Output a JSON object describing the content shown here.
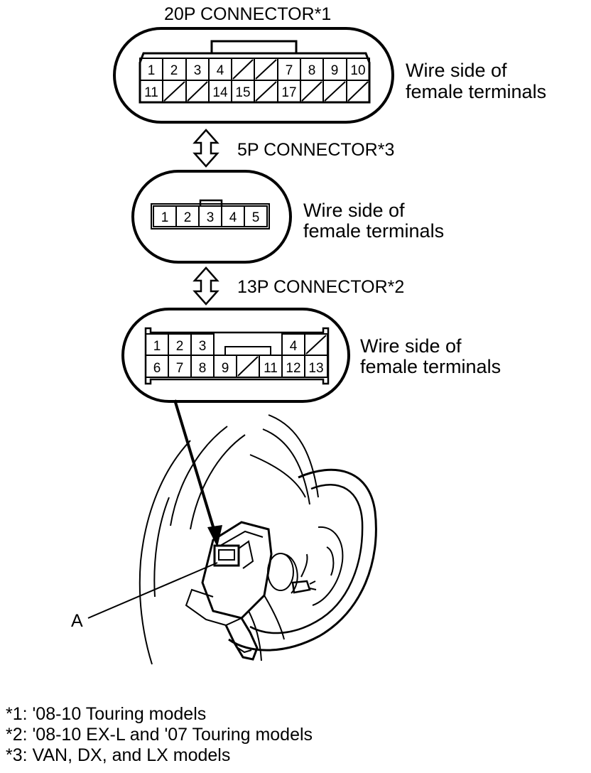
{
  "connectors": {
    "c20": {
      "title": "20P CONNECTOR*1",
      "side_label_1": "Wire side of",
      "side_label_2": "female terminals",
      "row1": [
        "1",
        "2",
        "3",
        "4",
        "",
        "",
        "7",
        "8",
        "9",
        "10"
      ],
      "row2": [
        "11",
        "",
        "",
        "14",
        "15",
        "",
        "17",
        "",
        "",
        ""
      ]
    },
    "c5": {
      "title": "5P CONNECTOR*3",
      "side_label_1": "Wire side of",
      "side_label_2": "female terminals",
      "row1": [
        "1",
        "2",
        "3",
        "4",
        "5"
      ]
    },
    "c13": {
      "title": "13P CONNECTOR*2",
      "side_label_1": "Wire side of",
      "side_label_2": "female terminals",
      "row1": [
        "1",
        "2",
        "3",
        "4",
        ""
      ],
      "row2": [
        "6",
        "7",
        "8",
        "9",
        "",
        "11",
        "12",
        "13"
      ]
    }
  },
  "callout": {
    "label": "A"
  },
  "footnotes": [
    "*1: '08-10 Touring models",
    "*2: '08-10 EX-L and '07 Touring models",
    "*3: VAN, DX, and LX models"
  ]
}
